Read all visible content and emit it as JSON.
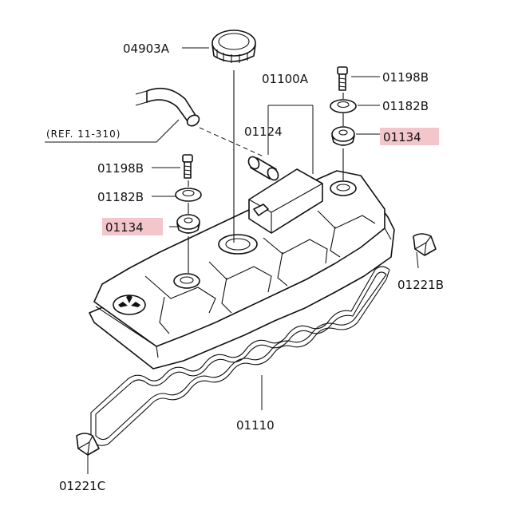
{
  "labels": {
    "oil_cap": "04903A",
    "cover_assy": "01100A",
    "bolt_top": "01198B",
    "washer_top": "01182B",
    "grommet_top": "01134",
    "pcv_valve": "01124",
    "bolt_left": "01198B",
    "washer_left": "01182B",
    "grommet_left": "01134",
    "seal_right": "01221B",
    "gasket": "01110",
    "seal_left": "01221C",
    "reference": "(REF. 11-310)"
  },
  "colors": {
    "highlight": "#f3c6cc",
    "line": "#111111"
  },
  "icons": {
    "emblem": "three-diamond-logo-icon"
  }
}
